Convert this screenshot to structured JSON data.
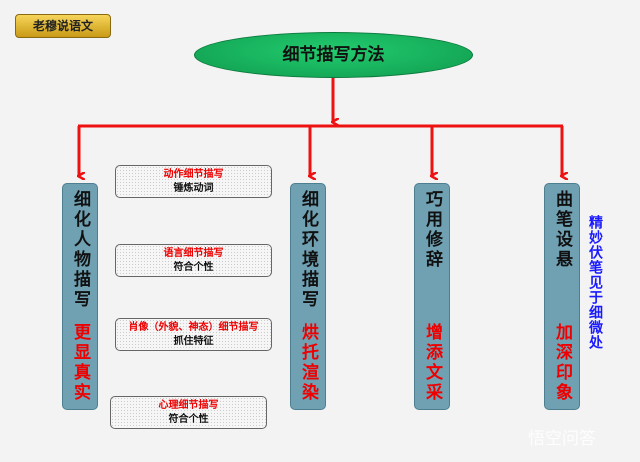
{
  "badge": "老穆说语文",
  "title": "细节描写方法",
  "columns": [
    {
      "main": "细化人物描写",
      "effect": "更显真实"
    },
    {
      "main": "细化环境描写",
      "effect": "烘托渲染"
    },
    {
      "main": "巧用修辞",
      "effect": "增添文采"
    },
    {
      "main": "曲笔设悬",
      "effect": "加深印象"
    }
  ],
  "sub_boxes": [
    {
      "title": "动作细节描写",
      "desc": "锤炼动词"
    },
    {
      "title": "语言细节描写",
      "desc": "符合个性"
    },
    {
      "title": "肖像（外貌、神态）细节描写",
      "desc": "抓住特征"
    },
    {
      "title": "心理细节描写",
      "desc": "符合个性"
    }
  ],
  "side_note": "精妙伏笔见于细微处",
  "watermark": "悟空问答",
  "colors": {
    "arrow": "#ee1111",
    "column": "#6fa1b3",
    "ellipse": "#18b35e"
  }
}
